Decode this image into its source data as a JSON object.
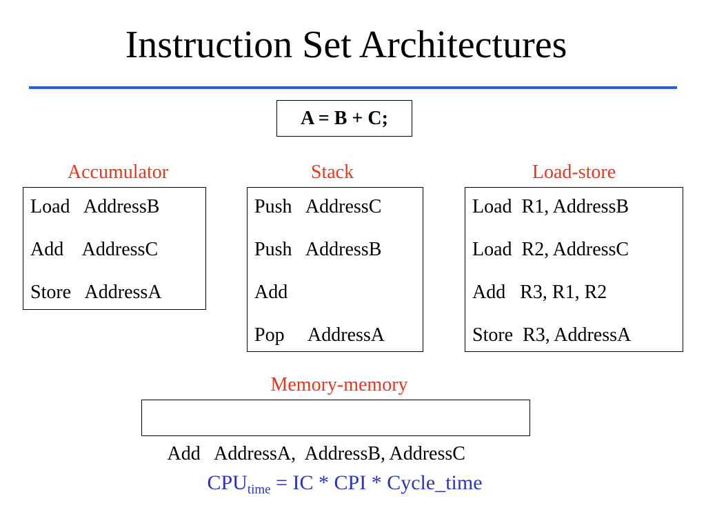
{
  "slide": {
    "title": "Instruction Set Architectures",
    "expression": "A = B + C;"
  },
  "colors": {
    "rule": "#2a5be8",
    "heading": "#e8361a",
    "formula": "#2b33c6",
    "text": "#000000"
  },
  "accumulator": {
    "heading": "Accumulator",
    "lines": [
      "Load   AddressB",
      "Add    AddressC",
      "Store   AddressA"
    ]
  },
  "stack": {
    "heading": "Stack",
    "lines": [
      "Push   AddressC",
      "Push   AddressB",
      "Add",
      "Pop     AddressA"
    ]
  },
  "load_store": {
    "heading": "Load-store",
    "lines": [
      "Load  R1, AddressB",
      "Load  R2, AddressC",
      "Add   R3, R1, R2",
      "Store  R3, AddressA"
    ]
  },
  "memory_memory": {
    "heading": "Memory-memory",
    "line": "Add   AddressA,  AddressB, AddressC"
  },
  "formula": {
    "lhs": "CPU",
    "lhs_subscript": "time",
    "rhs": " = IC * CPI * Cycle_time"
  }
}
